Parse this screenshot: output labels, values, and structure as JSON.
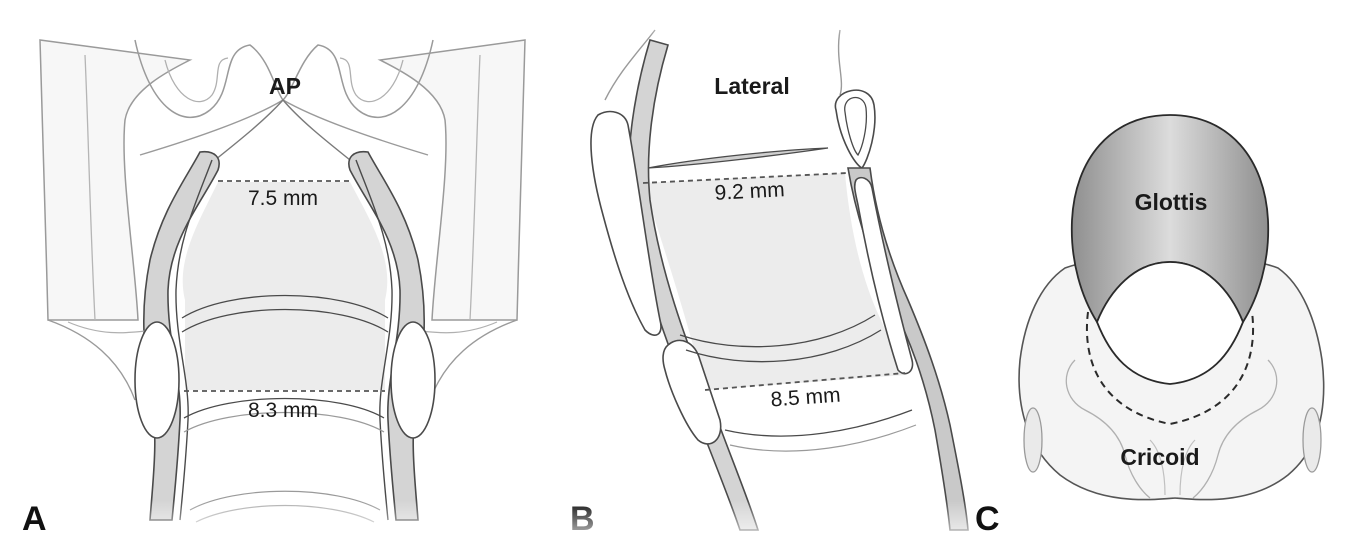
{
  "panels": {
    "a": {
      "letter": "A",
      "view_label": "AP",
      "upper_measure": "7.5 mm",
      "lower_measure": "8.3 mm"
    },
    "b": {
      "letter": "B",
      "view_label": "Lateral",
      "upper_measure": "9.2 mm",
      "lower_measure": "8.5 mm"
    },
    "c": {
      "letter": "C",
      "glottis_label": "Glottis",
      "cricoid_label": "Cricoid"
    }
  },
  "colors": {
    "outline": "#4a4a4a",
    "cartilage_fill": "#d9d9d9",
    "airway_fill": "#eeeeee",
    "glottis_dark": "#9a9a9a",
    "glottis_light": "#e0e0e0"
  }
}
